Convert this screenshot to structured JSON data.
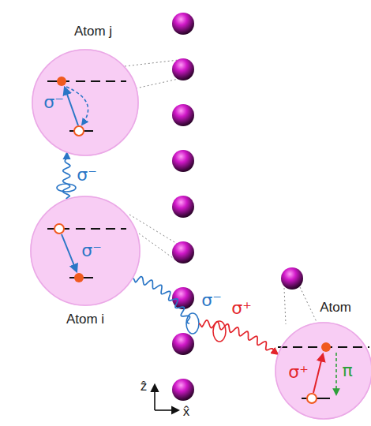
{
  "diagram": {
    "nodes": [
      {
        "text": [
          "Atom j",
          "σ⁻"
        ]
      },
      {
        "text": [
          "Atom i",
          "σ⁻"
        ]
      },
      {
        "text": [
          "Atom",
          "σ⁺",
          "π"
        ]
      }
    ],
    "edges": [
      {
        "from": 1,
        "to": 0,
        "arrow": "to",
        "label": "σ⁻"
      },
      {
        "from": 1,
        "to": 2,
        "arrow": "to"
      }
    ],
    "labels": [
      "σ⁻",
      "σ⁺",
      "ẑ",
      "x̂"
    ]
  }
}
